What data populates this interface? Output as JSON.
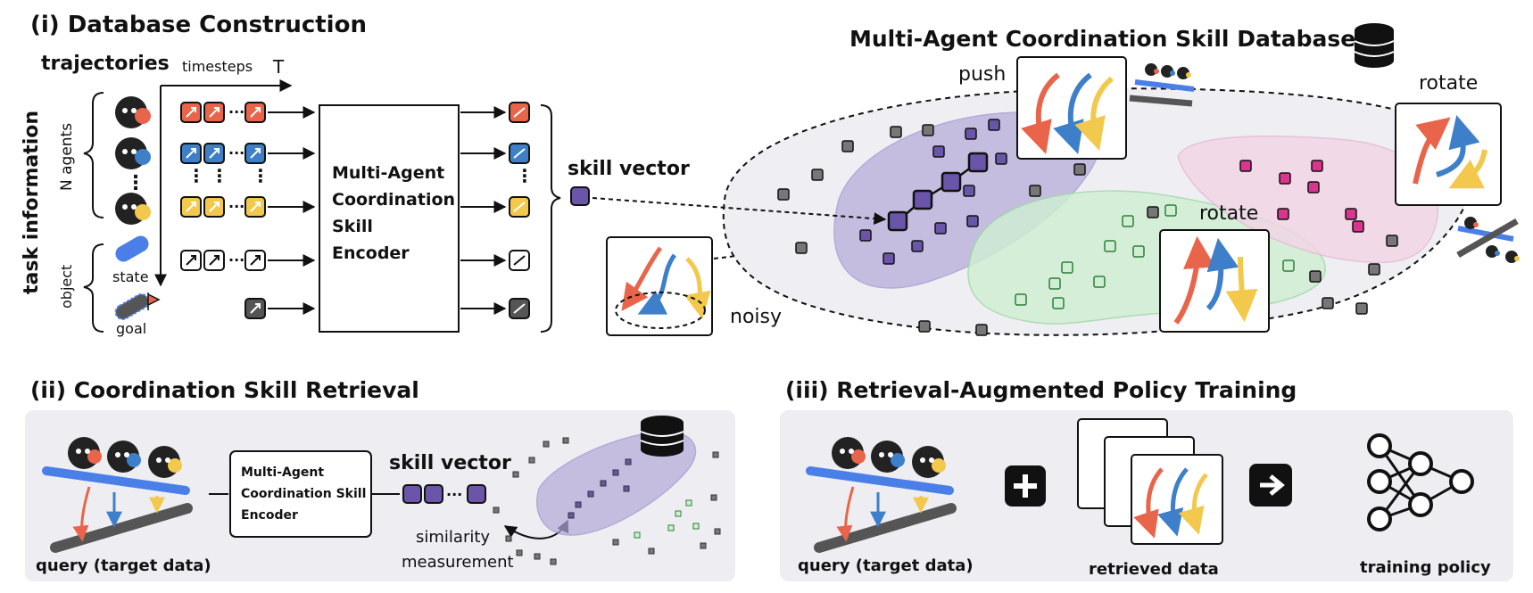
{
  "section1": {
    "title": "(i) Database Construction",
    "trajectories": "trajectories",
    "timesteps": "timesteps",
    "T": "T",
    "task_information": "task information",
    "n_agents": "N agents",
    "object": "object",
    "state": "state",
    "goal": "goal",
    "encoder_lines": [
      "Multi-Agent",
      "Coordination",
      "Skill",
      "Encoder"
    ],
    "skill_vector": "skill vector",
    "noisy": "noisy"
  },
  "database": {
    "title": "Multi-Agent Coordination Skill Database",
    "push": "push",
    "rotate_top": "rotate",
    "rotate_mid": "rotate"
  },
  "section2": {
    "title": "(ii) Coordination Skill Retrieval",
    "query": "query (target data)",
    "encoder_lines": [
      "Multi-Agent",
      "Coordination Skill",
      "Encoder"
    ],
    "skill_vector": "skill vector",
    "similarity_lines": [
      "similarity",
      "measurement"
    ]
  },
  "section3": {
    "title": "(iii) Retrieval-Augmented Policy Training",
    "query": "query (target data)",
    "retrieved": "retrieved data",
    "training": "training policy"
  },
  "colors": {
    "red": "#E8644A",
    "blue": "#3E7FC9",
    "yellow": "#F2C94C",
    "purple": "#6A55A8",
    "purple_region": "#B3A9D9",
    "green_region": "#CFEFD2",
    "pink_region": "#F2D4E6",
    "gray_region": "#E9E9F0",
    "panel_bg": "#EDEDF2",
    "dark": "#444444"
  }
}
